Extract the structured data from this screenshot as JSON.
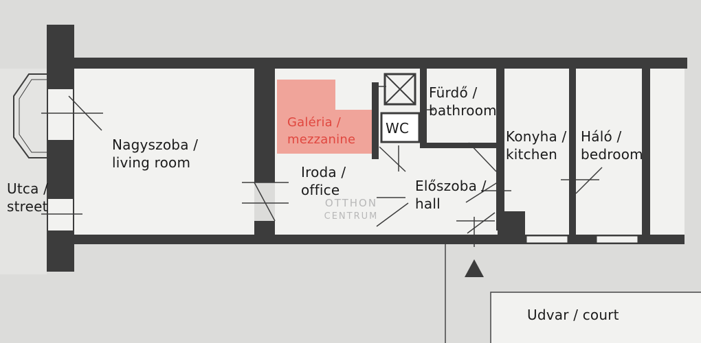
{
  "rooms": {
    "living_room": [
      "Nagyszoba /",
      "living room"
    ],
    "street": [
      "Utca /",
      "street"
    ],
    "mezzanine": [
      "Galéria /",
      "mezzanine"
    ],
    "office": [
      "Iroda /",
      "office"
    ],
    "wc": [
      "WC"
    ],
    "bathroom": [
      "Fürdő /",
      "bathroom"
    ],
    "hall": [
      "Előszoba /",
      "hall"
    ],
    "kitchen": [
      "Konyha /",
      "kitchen"
    ],
    "bedroom": [
      "Háló /",
      "bedroom"
    ],
    "court": [
      "Udvar / court"
    ]
  },
  "watermark": {
    "line1": "OTTHON",
    "line2": "CENTRUM"
  },
  "colors": {
    "wall": "#3c3c3c",
    "mezzanine": "#f0a49a",
    "label_red": "#e0473f",
    "floor": "#f2f2f0",
    "paper": "#dcdcda"
  }
}
